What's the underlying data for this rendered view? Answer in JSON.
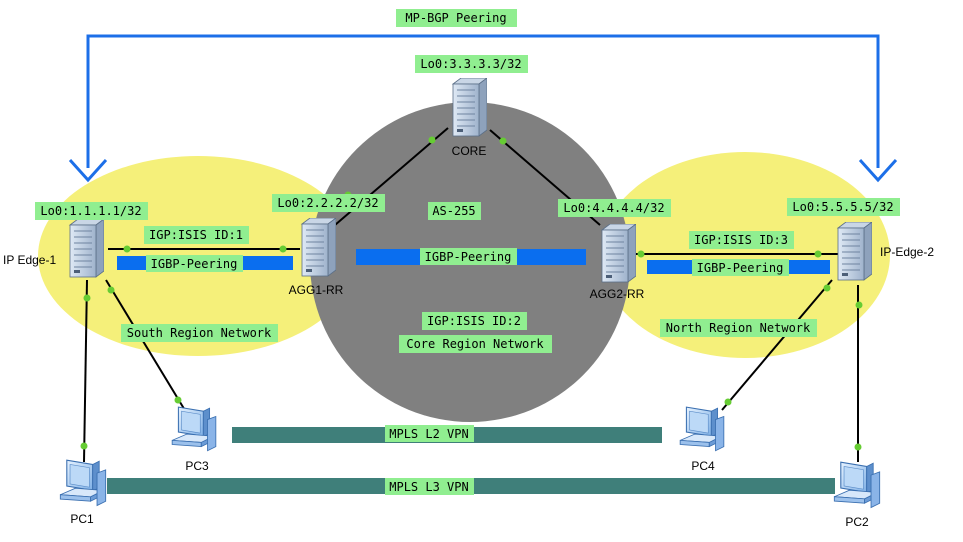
{
  "peering": {
    "top_label": "MP-BGP Peering"
  },
  "core": {
    "loopback": "Lo0:3.3.3.3/32",
    "device": "CORE",
    "as_label": "AS-255",
    "ibgp": "IGBP-Peering",
    "igp": "IGP:ISIS ID:2",
    "region": "Core Region Network"
  },
  "agg1": {
    "loopback": "Lo0:2.2.2.2/32",
    "device": "AGG1-RR"
  },
  "agg2": {
    "loopback": "Lo0:4.4.4.4/32",
    "device": "AGG2-RR"
  },
  "edge1": {
    "loopback": "Lo0:1.1.1.1/32",
    "device": "IP Edge-1"
  },
  "edge2": {
    "loopback": "Lo0:5.5.5.5/32",
    "device": "IP-Edge-2"
  },
  "south": {
    "igp": "IGP:ISIS ID:1",
    "ibgp": "IGBP-Peering",
    "region": "South Region Network"
  },
  "north": {
    "igp": "IGP:ISIS ID:3",
    "ibgp": "IGBP-Peering",
    "region": "North Region Network"
  },
  "vpn": {
    "l2": "MPLS L2 VPN",
    "l3": "MPLS L3 VPN"
  },
  "pcs": {
    "pc1": "PC1",
    "pc2": "PC2",
    "pc3": "PC3",
    "pc4": "PC4"
  },
  "colors": {
    "label_bg": "#90ee90",
    "core_region": "#808080",
    "edge_region": "#f5f07a",
    "ibgp_bar": "#0a6eef",
    "vpn_bar": "#3f7f7a",
    "peering_arrow": "#1c6fe8",
    "link": "#000000",
    "port": "#66cc33"
  }
}
